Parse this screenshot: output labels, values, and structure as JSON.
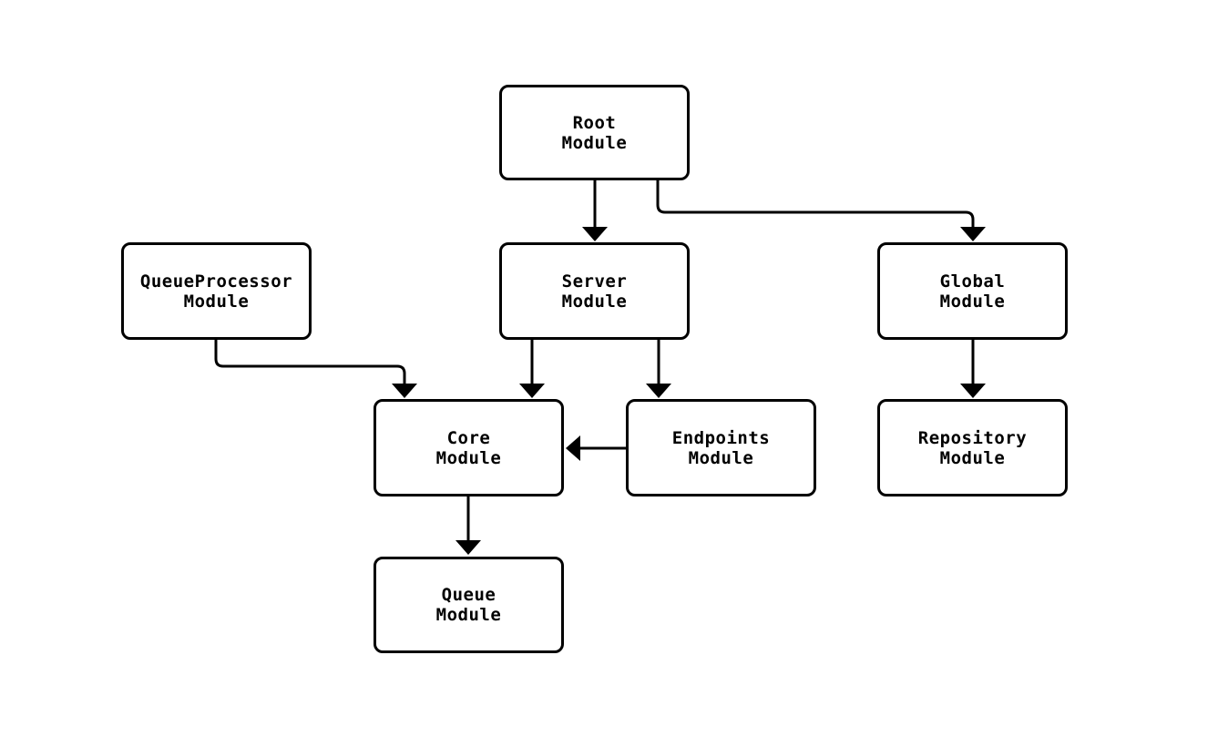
{
  "diagram": {
    "type": "flowchart",
    "direction": "top-down",
    "colors": {
      "background": "#ffffff",
      "node_fill": "#ffffff",
      "stroke": "#000000",
      "text_color": "#000000"
    },
    "nodes": [
      {
        "id": "root",
        "line1": "Root",
        "line2": "Module"
      },
      {
        "id": "queueProcessor",
        "line1": "QueueProcessor",
        "line2": "Module"
      },
      {
        "id": "server",
        "line1": "Server",
        "line2": "Module"
      },
      {
        "id": "global",
        "line1": "Global",
        "line2": "Module"
      },
      {
        "id": "core",
        "line1": "Core",
        "line2": "Module"
      },
      {
        "id": "endpoints",
        "line1": "Endpoints",
        "line2": "Module"
      },
      {
        "id": "repository",
        "line1": "Repository",
        "line2": "Module"
      },
      {
        "id": "queue",
        "line1": "Queue",
        "line2": "Module"
      }
    ],
    "edges": [
      {
        "from": "root",
        "to": "server"
      },
      {
        "from": "root",
        "to": "global"
      },
      {
        "from": "queueProcessor",
        "to": "core"
      },
      {
        "from": "server",
        "to": "core"
      },
      {
        "from": "server",
        "to": "endpoints"
      },
      {
        "from": "endpoints",
        "to": "core"
      },
      {
        "from": "global",
        "to": "repository"
      },
      {
        "from": "core",
        "to": "queue"
      }
    ]
  }
}
